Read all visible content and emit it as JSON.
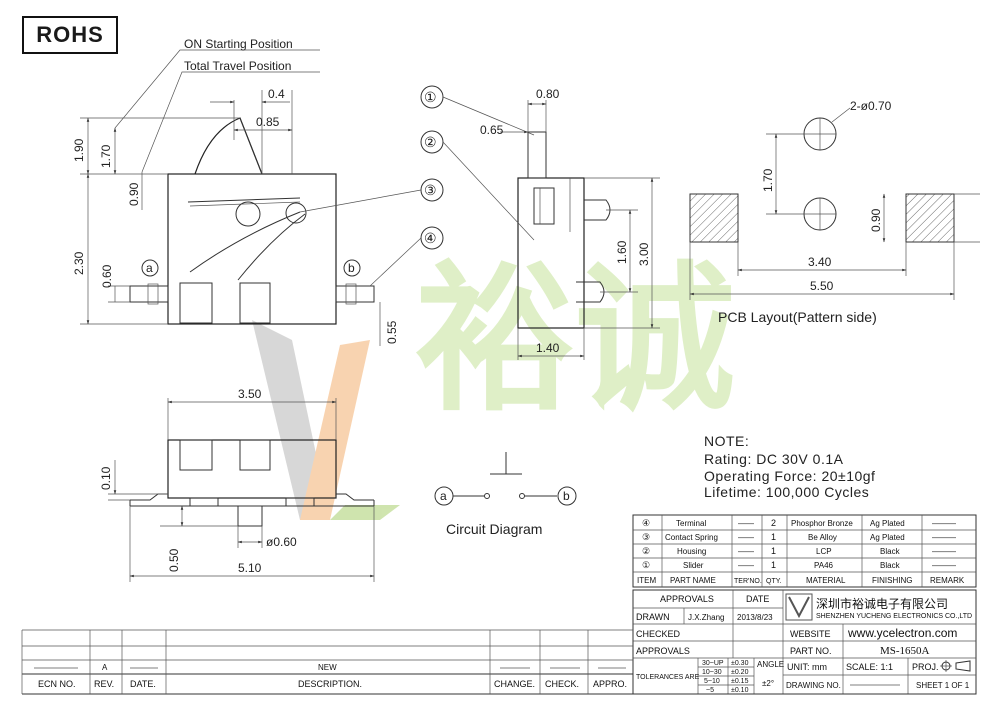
{
  "badge": "ROHS",
  "side_view": {
    "callout_on": "ON Starting Position",
    "callout_total": "Total Travel Position",
    "dims": [
      "0.4",
      "0.85",
      "1.90",
      "1.70",
      "0.90",
      "2.30",
      "0.60",
      "0.55"
    ],
    "terminal_a": "a",
    "terminal_b": "b"
  },
  "front_view": {
    "dims": [
      "0.80",
      "0.65",
      "1.60",
      "3.00",
      "1.40"
    ],
    "markers": [
      "①",
      "②",
      "③",
      "④"
    ]
  },
  "pcb": {
    "dims": [
      "2-ø0.70",
      "1.70",
      "0.90",
      "3.40",
      "5.50"
    ],
    "title": "PCB Layout(Pattern side)"
  },
  "bottom_view": {
    "dims": [
      "3.50",
      "0.10",
      "ø0.60",
      "0.50",
      "5.10"
    ]
  },
  "notes": {
    "title": "NOTE:",
    "rating": "Rating: DC 30V    0.1A",
    "force": "Operating Force: 20±10gf",
    "lifetime": "Lifetime:   100,000 Cycles"
  },
  "circuit": {
    "a": "a",
    "b": "b",
    "caption": "Circuit Diagram"
  },
  "watermark": "裕诚",
  "bom": {
    "rows": [
      {
        "no": "④",
        "name": "Terminal",
        "ter": "——",
        "qty": "2",
        "material": "Phosphor Bronze",
        "finish": "Ag Plated",
        "remark": "———"
      },
      {
        "no": "③",
        "name": "Contact Spring",
        "ter": "——",
        "qty": "1",
        "material": "Be Alloy",
        "finish": "Ag Plated",
        "remark": "———"
      },
      {
        "no": "②",
        "name": "Housing",
        "ter": "——",
        "qty": "1",
        "material": "LCP",
        "finish": "Black",
        "remark": "———"
      },
      {
        "no": "①",
        "name": "Slider",
        "ter": "——",
        "qty": "1",
        "material": "PA46",
        "finish": "Black",
        "remark": "———"
      }
    ],
    "headers": [
      "ITEM",
      "PART NAME",
      "TER'NO.",
      "QTY.",
      "MATERIAL",
      "FINISHING",
      "REMARK"
    ]
  },
  "title_block": {
    "approvals": "APPROVALS",
    "date": "DATE",
    "drawn": "DRAWN",
    "drawn_by": "J.X.Zhang",
    "drawn_date": "2013/8/23",
    "checked": "CHECKED",
    "approvals2": "APPROVALS",
    "tolerances": "TOLERANCES ARE",
    "tol_ranges": [
      "30~UP",
      "10~30",
      "5~10",
      "~5"
    ],
    "tol_values": [
      "±0.30",
      "±0.20",
      "±0.15",
      "±0.10"
    ],
    "angle": "ANGLE",
    "angle_value": "±2°",
    "company_cn": "深圳市裕诚电子有限公司",
    "company_en": "SHENZHEN YUCHENG ELECTRONICS CO.,LTD",
    "website_label": "WEBSITE",
    "website": "www.ycelectron.com",
    "part_no_label": "PART NO.",
    "part_no": "MS-1650A",
    "unit": "UNIT: mm",
    "scale": "SCALE:  1:1",
    "proj": "PROJ.",
    "drawing_no": "DRAWING NO.",
    "sheet": "SHEET   1  OF  1"
  },
  "revision": {
    "rev": "A",
    "new": "NEW",
    "headers": [
      "ECN NO.",
      "REV.",
      "DATE.",
      "DESCRIPTION.",
      "CHANGE.",
      "CHECK.",
      "APPRO."
    ]
  }
}
